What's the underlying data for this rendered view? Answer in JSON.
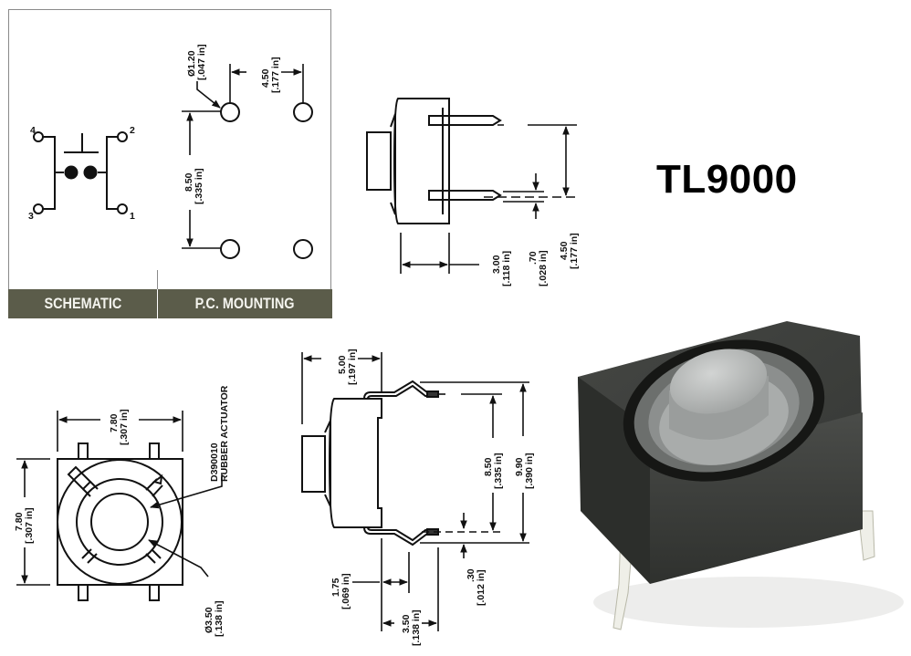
{
  "product": {
    "title": "TL9000"
  },
  "panels": {
    "schematic": {
      "label": "SCHEMATIC",
      "pins": [
        "1",
        "2",
        "3",
        "4"
      ]
    },
    "pc_mounting": {
      "label": "P.C. MOUNTING",
      "hole_diameter": {
        "mm": "Ø1.20",
        "in": "[.047 in]"
      },
      "horizontal_spacing": {
        "mm": "4.50",
        "in": "[.177 in]"
      },
      "vertical_spacing": {
        "mm": "8.50",
        "in": "[.335 in]"
      }
    }
  },
  "side_view_top": {
    "body_depth": {
      "mm": "3.00",
      "in": "[.118 in]"
    },
    "pin_thickness": {
      "mm": ".70",
      "in": "[.028 in]"
    },
    "pin_spacing": {
      "mm": "4.50",
      "in": "[.177 in]"
    }
  },
  "top_view": {
    "width": {
      "mm": "7.80",
      "in": "[.307 in]"
    },
    "height": {
      "mm": "7.80",
      "in": "[.307 in]"
    },
    "actuator_part": "D390010",
    "actuator_label": "RUBBER ACTUATOR",
    "actuator_diameter": {
      "mm": "Ø3.50",
      "in": "[.138 in]"
    }
  },
  "side_view_bottom": {
    "height": {
      "mm": "5.00",
      "in": "[.197 in]"
    },
    "pin_spacing": {
      "mm": "8.50",
      "in": "[.335 in]"
    },
    "overall_width": {
      "mm": "9.90",
      "in": "[.390 in]"
    },
    "lead_offset": {
      "mm": "1.75",
      "in": "[.069 in]"
    },
    "lead_length": {
      "mm": "3.50",
      "in": "[.138 in]"
    },
    "lead_thickness": {
      "mm": ".30",
      "in": "[.012 in]"
    }
  },
  "colors": {
    "band": "#5b5c4a",
    "band_text": "#f4f4ee",
    "switch_body": "#3b3d3a",
    "actuator": "#b9bcbb"
  }
}
